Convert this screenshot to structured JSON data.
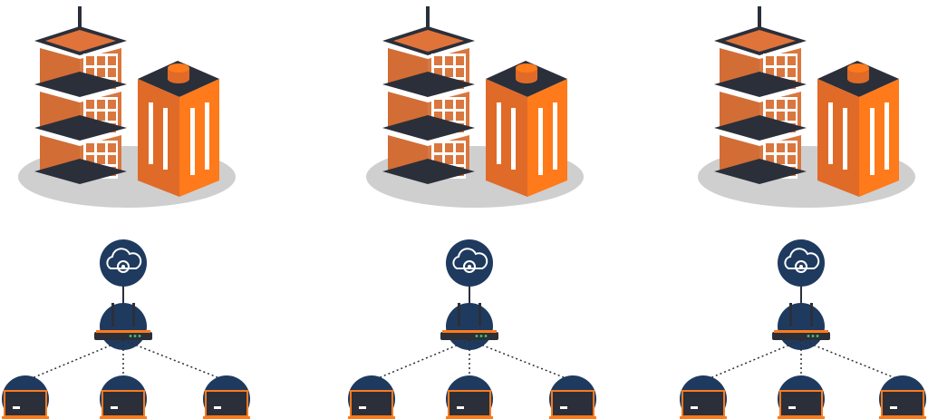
{
  "diagram": {
    "groups": [
      {
        "id": "site-1",
        "buildings": [
          "office-tower",
          "data-center"
        ],
        "cloud": "cloud-gear-icon",
        "router": "wifi-router-icon",
        "devices": [
          "computer-icon",
          "computer-icon",
          "computer-icon"
        ]
      },
      {
        "id": "site-2",
        "buildings": [
          "office-tower",
          "data-center"
        ],
        "cloud": "cloud-gear-icon",
        "router": "wifi-router-icon",
        "devices": [
          "computer-icon",
          "computer-icon",
          "computer-icon"
        ]
      },
      {
        "id": "site-3",
        "buildings": [
          "office-tower",
          "data-center"
        ],
        "cloud": "cloud-gear-icon",
        "router": "wifi-router-icon",
        "devices": [
          "computer-icon",
          "computer-icon",
          "computer-icon"
        ]
      }
    ],
    "colors": {
      "tower_orange": "#d9773f",
      "dc_front": "#ff7a1a",
      "dc_side": "#e06a28",
      "dark": "#2b2f3a",
      "navy": "#1f3a5f",
      "shadow": "#cfcfcf",
      "led": "#3bd16f"
    }
  }
}
